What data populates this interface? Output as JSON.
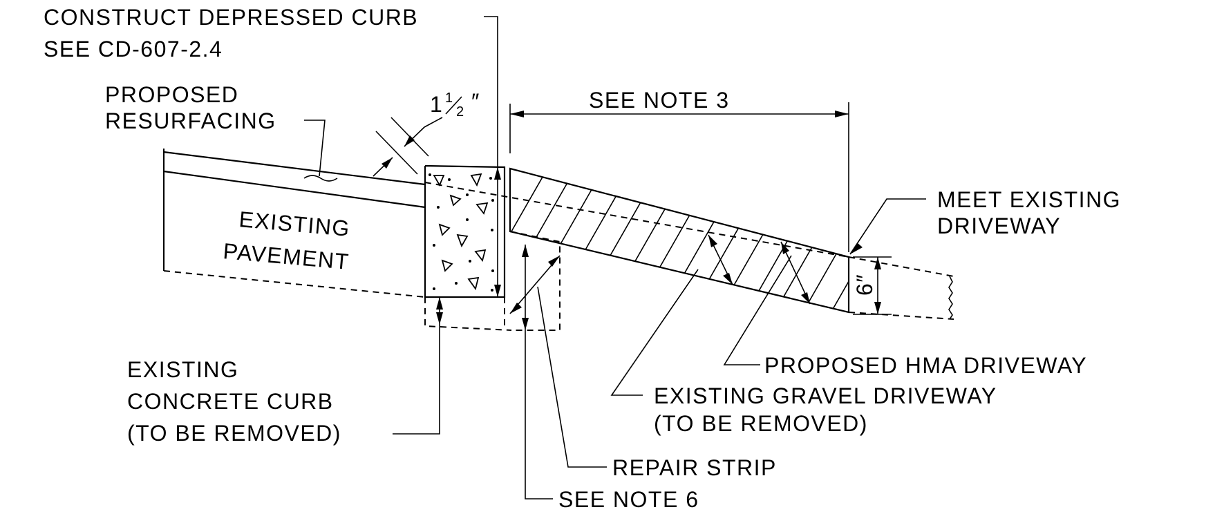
{
  "labels": {
    "depressed_curb_line1": "CONSTRUCT DEPRESSED CURB",
    "depressed_curb_line2": "SEE CD-607-2.4",
    "resurfacing_line1": "PROPOSED",
    "resurfacing_line2": "RESURFACING",
    "thickness_whole": "1",
    "thickness_frac_num": "1",
    "thickness_frac_den": "2",
    "thickness_inch": "″",
    "see_note_3": "SEE NOTE 3",
    "meet_existing_line1": "MEET EXISTING",
    "meet_existing_line2": "DRIVEWAY",
    "existing_pavement_line1": "EXISTING",
    "existing_pavement_line2": "PAVEMENT",
    "six_inch": "6″",
    "proposed_hma": "PROPOSED HMA DRIVEWAY",
    "gravel_line1": "EXISTING GRAVEL DRIVEWAY",
    "gravel_line2": "(TO BE REMOVED)",
    "curb_line1": "EXISTING",
    "curb_line2": "CONCRETE CURB",
    "curb_line3": "(TO BE REMOVED)",
    "repair_strip": "REPAIR STRIP",
    "see_note_6": "SEE NOTE 6"
  }
}
